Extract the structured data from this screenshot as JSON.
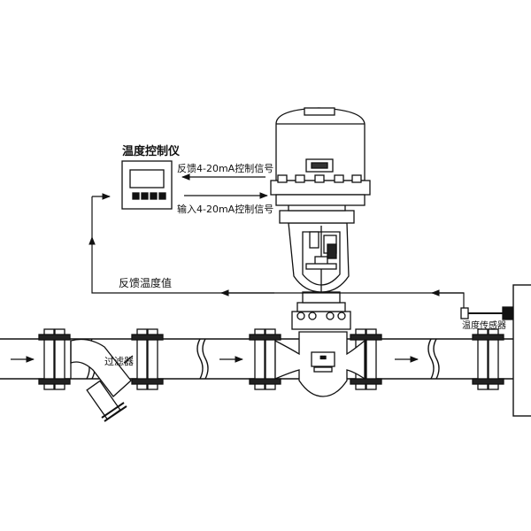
{
  "labels": {
    "controller_title": "温度控制仪",
    "feedback_signal": "反馈4-20mA控制信号",
    "input_signal": "输入4-20mA控制信号",
    "feedback_temperature": "反馈温度值",
    "strainer": "过滤器",
    "temperature_sensor": "温度传感器"
  },
  "colors": {
    "line": "#111111",
    "fill": "#ffffff"
  }
}
